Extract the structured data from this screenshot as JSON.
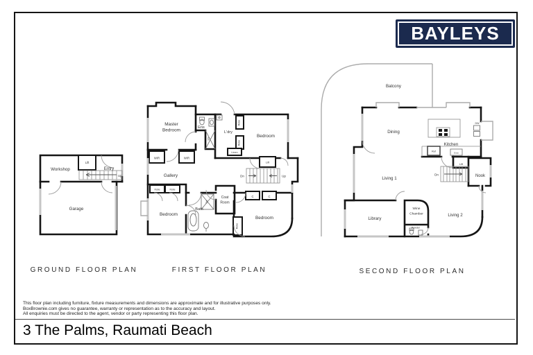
{
  "brand": {
    "name": "BAYLEYS",
    "bg_color": "#1b2a4e"
  },
  "plans": {
    "ground": {
      "title": "GROUND FLOOR PLAN",
      "rooms": {
        "workshop": "Workshop",
        "lift": "Lift",
        "entry": "Entry",
        "up": "Up",
        "garage": "Garage"
      }
    },
    "first": {
      "title": "FIRST FLOOR PLAN",
      "rooms": {
        "master_l1": "Master",
        "master_l2": "Bedroom",
        "ens": "Ens",
        "shr_ens": "Shr",
        "ldry": "L'dry",
        "robe_a": "Robe",
        "robe_b": "Robe",
        "bedroom_top": "Bedroom",
        "linen": "Linen",
        "wir_a": "WIR",
        "wir_b": "WIR",
        "gallery": "Gallery",
        "robe_c": "Robe",
        "robe_d": "Robe",
        "bedroom_left": "Bedroom",
        "bath": "Bath",
        "shr_bath": "Shr",
        "coat_l1": "Coat",
        "coat_l2": "Room",
        "cup_a": "C",
        "cup_b": "C",
        "lift": "Lift",
        "dn": "Dn",
        "up": "Up",
        "robe_e": "Robe",
        "bedroom_right": "Bedroom"
      }
    },
    "second": {
      "title": "SECOND FLOOR PLAN",
      "rooms": {
        "balcony": "Balcony",
        "dining": "Dining",
        "kitchen": "Kitchen",
        "dw": "DW",
        "ref": "Ref",
        "oven": "Oven",
        "living1": "Living 1",
        "lift": "Lift",
        "dn": "Dn",
        "nook": "Nook",
        "library": "Library",
        "wine_l1": "Wine",
        "wine_l2": "Chamber",
        "living2": "Living 2",
        "powder": "Powder"
      }
    }
  },
  "footer": {
    "disclaimer_lines": [
      "This floor plan including furniture, fixture measurements and dimensions are approximate and for illustrative purposes only.",
      "BoxBrownie.com gives no guarantee, warranty or representation as to the accuracy and layout.",
      "All enquiries must be directed to the agent, vendor or party representing this floor plan."
    ],
    "address": "3 The Palms, Raumati Beach"
  }
}
